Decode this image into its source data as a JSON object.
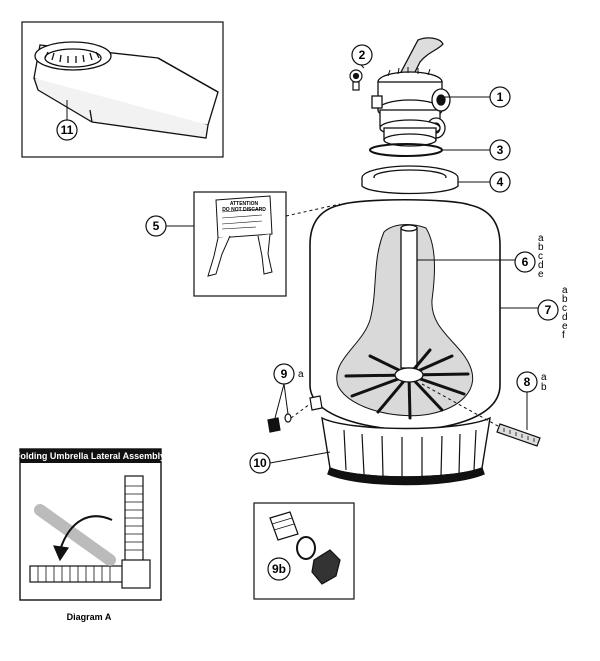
{
  "callouts": {
    "c1": {
      "number": "1"
    },
    "c2": {
      "number": "2"
    },
    "c3": {
      "number": "3"
    },
    "c4": {
      "number": "4"
    },
    "c5": {
      "number": "5"
    },
    "c6": {
      "number": "6",
      "variants": [
        "a",
        "b",
        "c",
        "d",
        "e"
      ]
    },
    "c7": {
      "number": "7",
      "variants": [
        "a",
        "b",
        "c",
        "d",
        "e",
        "f"
      ]
    },
    "c8": {
      "number": "8",
      "variants": [
        "a",
        "b"
      ]
    },
    "c9": {
      "number": "9",
      "variants": [
        "a"
      ]
    },
    "c9b": {
      "number": "9b"
    },
    "c10": {
      "number": "10"
    },
    "c11": {
      "number": "11"
    }
  },
  "warning_sign": {
    "line1": "ATTENTION",
    "line2": "DO NOT DISCARD"
  },
  "inset": {
    "title": "Folding Umbrella Lateral Assembly",
    "caption": "Diagram A"
  },
  "colors": {
    "ink": "#111111",
    "sand": "#d9d9d9",
    "paper": "#ffffff"
  }
}
